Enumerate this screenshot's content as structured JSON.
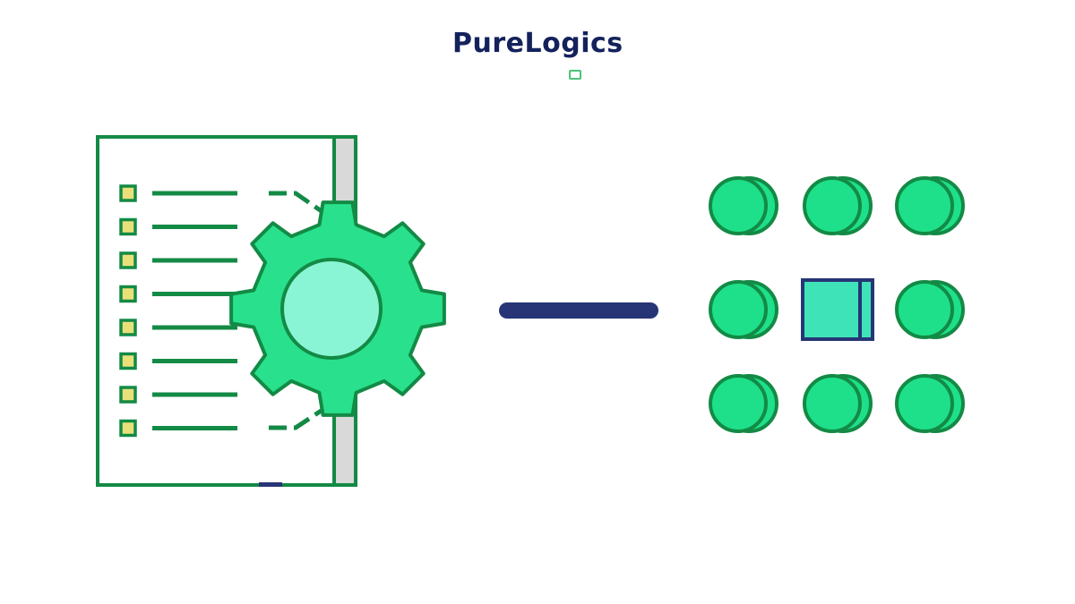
{
  "brand": {
    "name": "PureLogics"
  },
  "colors": {
    "outline_green": "#138a45",
    "fill_green": "#1ee08a",
    "gear_green": "#29e08c",
    "gear_center": "#8af5d4",
    "bullet_yellow": "#e9e07a",
    "connector_navy": "#273576",
    "brand_navy": "#14225c",
    "square_fill": "#3fe3b8",
    "spine_grey": "#d9d9d9"
  },
  "icons": {
    "document": "checklist-document-icon",
    "gear": "gear-icon",
    "connector": "connector-line",
    "grid": "node-grid-icon",
    "center_node": "square-node-icon"
  },
  "checklist": {
    "item_count": 8
  },
  "node_grid": {
    "rows": 3,
    "cols": 3,
    "center_shape": "square"
  }
}
